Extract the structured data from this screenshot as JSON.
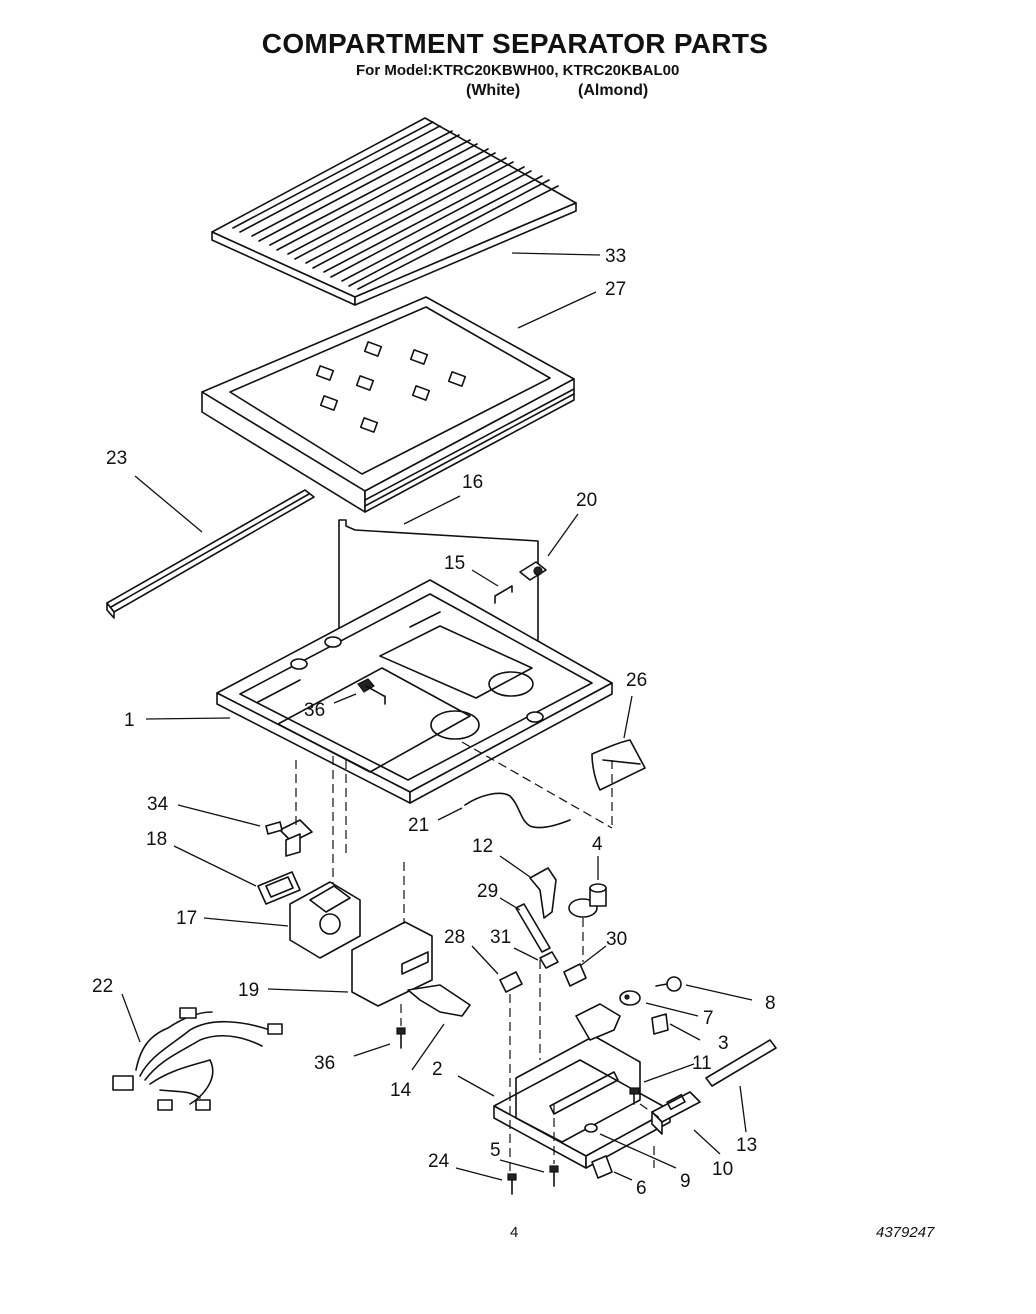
{
  "header": {
    "title": "COMPARTMENT SEPARATOR PARTS",
    "model_line": "For Model:KTRC20KBWH00, KTRC20KBAL00",
    "variant_white": "(White)",
    "variant_almond": "(Almond)"
  },
  "footer": {
    "page_number": "4",
    "document_number": "4379247"
  },
  "callouts": [
    "33",
    "27",
    "23",
    "16",
    "20",
    "15",
    "26",
    "1",
    "36",
    "34",
    "21",
    "12",
    "4",
    "18",
    "29",
    "17",
    "28",
    "31",
    "30",
    "19",
    "22",
    "8",
    "7",
    "3",
    "36",
    "11",
    "14",
    "2",
    "13",
    "5",
    "24",
    "10",
    "9",
    "6"
  ],
  "colors": {
    "ink": "#111111",
    "paper": "#ffffff"
  }
}
